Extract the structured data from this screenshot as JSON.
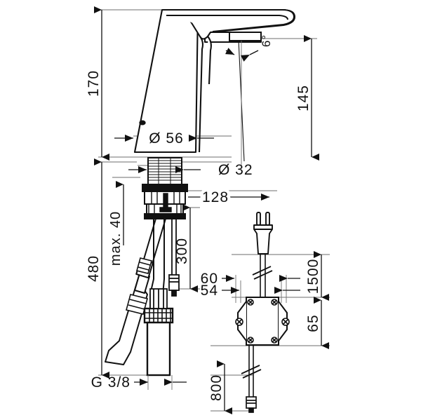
{
  "drawing": {
    "title": "Electronic basin mixer dimensional drawing",
    "type": "technical-line-drawing",
    "background_color": "#ffffff",
    "line_color": "#1a1a1a"
  },
  "dimensions": {
    "overall_height": "170",
    "sensor_height": "145",
    "spout_angle": "6°",
    "body_diameter": "Ø 56",
    "shank_diameter": "Ø 32",
    "spout_projection": "128",
    "max_deck_thickness": "max. 40",
    "hose_length": "300",
    "total_drop": "480",
    "thread_size": "G 3/8",
    "psu_cable_length": "1500",
    "psu_box_height": "65",
    "psu_outlet_cable": "800",
    "psu_width_outer": "60",
    "psu_width_inner": "54"
  },
  "parts": {
    "faucet_body": "faucet-body",
    "spout": "spout",
    "sensor_window": "sensor-window",
    "mounting_shank": "mounting-shank",
    "mounting_nut": "mounting-nut",
    "flexible_hose": "flexible-hose",
    "control_cable": "control-cable",
    "angle_valve_connector": "g38-connector",
    "power_supply_box": "power-supply-box",
    "mains_plug": "mains-plug",
    "plug_cable": "plug-cable",
    "output_cable": "output-cable",
    "cable_break_symbol": "cable-break-symbol"
  }
}
